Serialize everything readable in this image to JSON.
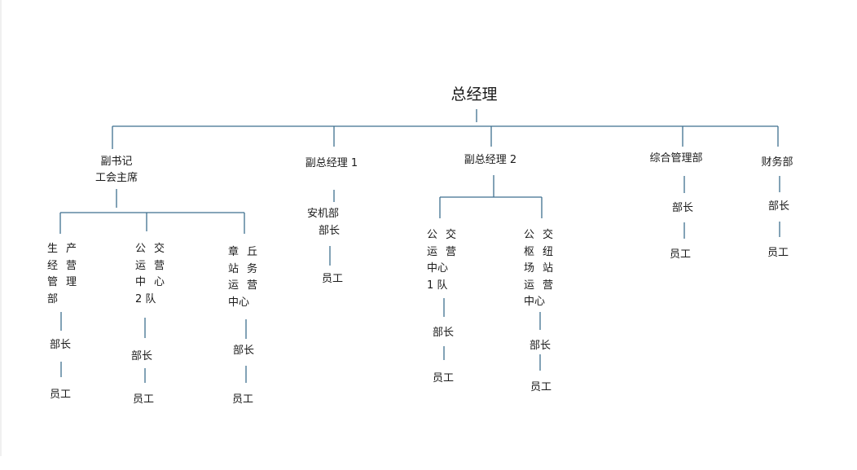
{
  "root": {
    "label": "总经理"
  },
  "branches": [
    {
      "label_lines": [
        "副书记",
        "工会主席"
      ],
      "children": [
        {
          "lines": [
            "生产",
            "经营",
            "管理",
            "部"
          ],
          "head": "部长",
          "staff": "员工"
        },
        {
          "lines": [
            "公交",
            "运营",
            "中心",
            "2 队"
          ],
          "head": "部长",
          "staff": "员工"
        },
        {
          "lines": [
            "章丘",
            "站务",
            "运营",
            "中心"
          ],
          "head": "部长",
          "staff": "员工"
        }
      ]
    },
    {
      "label_lines": [
        "副总经理 1"
      ],
      "children": [
        {
          "lines": [
            "安机部",
            "部长"
          ],
          "staff": "员工"
        }
      ]
    },
    {
      "label_lines": [
        "副总经理 2"
      ],
      "children": [
        {
          "lines": [
            "公交",
            "运营",
            "中心",
            "1 队"
          ],
          "head": "部长",
          "staff": "员工"
        },
        {
          "lines": [
            "公交",
            "枢纽",
            "场站",
            "运营",
            "中心"
          ],
          "head": "部长",
          "staff": "员工"
        }
      ]
    },
    {
      "label_lines": [
        "综合管理部"
      ],
      "head": "部长",
      "staff": "员工"
    },
    {
      "label_lines": [
        "财务部"
      ],
      "head": "部长",
      "staff": "员工"
    }
  ]
}
